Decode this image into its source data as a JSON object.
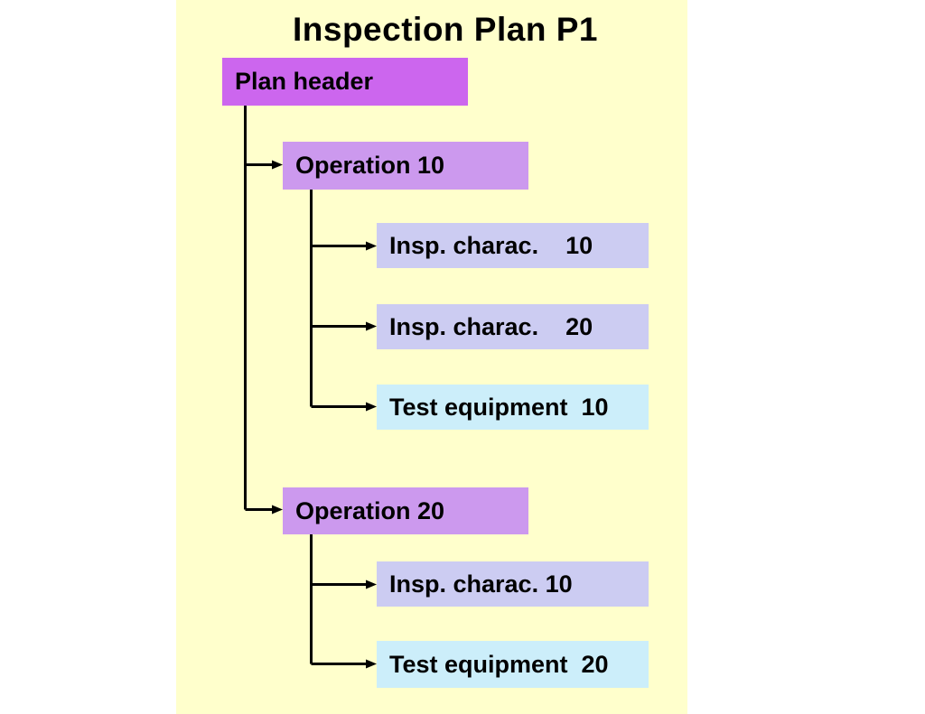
{
  "title": "Inspection Plan P1",
  "colors": {
    "canvas_background": "#FFFFFF",
    "panel_background": "#FFFFCC",
    "plan_header_fill": "#CC66EE",
    "operation_fill": "#CC99EE",
    "characteristic_fill": "#CCCCF2",
    "equipment_fill": "#CCEEFA",
    "connector_line": "#000000",
    "text": "#000000"
  },
  "tree": {
    "root": {
      "label": "Plan header",
      "type": "plan-header",
      "children": [
        {
          "label": "Operation 10",
          "type": "operation",
          "children": [
            {
              "label": "Insp. charac.    10",
              "type": "inspection-characteristic"
            },
            {
              "label": "Insp. charac.    20",
              "type": "inspection-characteristic"
            },
            {
              "label": "Test equipment  10",
              "type": "test-equipment"
            }
          ]
        },
        {
          "label": "Operation 20",
          "type": "operation",
          "children": [
            {
              "label": "Insp. charac. 10",
              "type": "inspection-characteristic"
            },
            {
              "label": "Test equipment  20",
              "type": "test-equipment"
            }
          ]
        }
      ]
    }
  }
}
